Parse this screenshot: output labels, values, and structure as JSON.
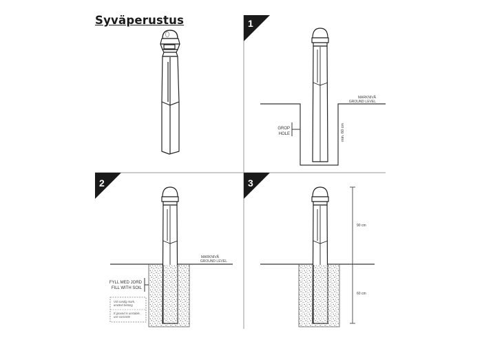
{
  "title": "Syväperustus",
  "steps": [
    "1",
    "2",
    "3"
  ],
  "panel1": {
    "ground_label_1": "MARKNIVÅ",
    "ground_label_2": "GROUND LEVEL",
    "hole_label_1": "GROP",
    "hole_label_2": "HOLE",
    "depth_label": "min. 60 cm"
  },
  "panel2": {
    "ground_label_1": "MARKNIVÅ",
    "ground_label_2": "GROUND LEVEL",
    "fill_label_1": "FYLL MED JORD",
    "fill_label_2": "FILL WITH SOIL",
    "note_1_line_1": "Vid sandig mark,",
    "note_1_line_2": "använd betong",
    "note_2_line_1": "If ground is unstable,",
    "note_2_line_2": "use concrete"
  },
  "panel3": {
    "above_label": "90 cm",
    "below_label": "60 cm"
  }
}
